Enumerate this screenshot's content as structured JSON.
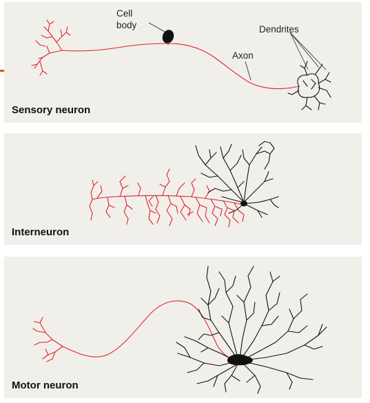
{
  "panels": [
    {
      "label": "Sensory neuron",
      "annotations": {
        "cell_body": "Cell body",
        "dendrites": "Dendrites",
        "axon": "Axon"
      }
    },
    {
      "label": "Interneuron"
    },
    {
      "label": "Motor neuron"
    }
  ],
  "colors": {
    "axon": "#e0222b",
    "dendrite": "#111111",
    "panel": "#f1efea",
    "accent": "#e8541b"
  }
}
